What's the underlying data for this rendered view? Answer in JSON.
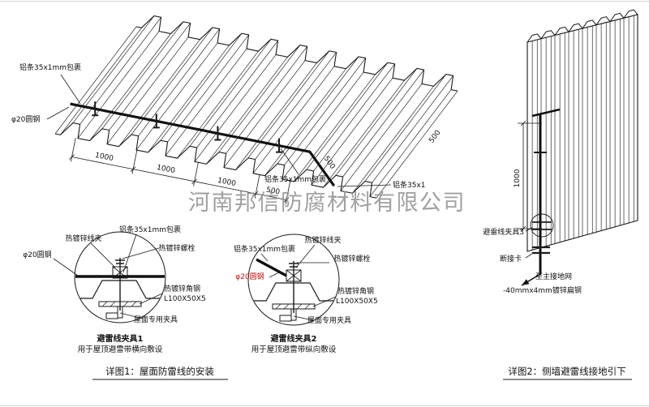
{
  "colors": {
    "line": "#1a1a1a",
    "red_label": "#c11111",
    "watermark": "#909090"
  },
  "watermark": {
    "text": "河南邦信防腐材料有限公司"
  },
  "roof_view": {
    "label_aluminum_wrap_top": "铝条35x1mm包裹",
    "label_round_steel": "φ20圆钢",
    "label_aluminum_wrap_bottom": "铝条35x1mm包裹",
    "label_aluminum_strip_end": "铝条35x1",
    "dim_spans": [
      "1000",
      "1000",
      "1000",
      "500"
    ],
    "dim_drop": "500",
    "dim_edge": "500"
  },
  "detail_1": {
    "title": "避雷线夹具1",
    "subtitle": "用于屋顶避雷带横向敷设",
    "labels": {
      "hot_dip_wire_clip": "热镀锌线夹",
      "aluminum_wrap": "铝条35x1mm包裹",
      "hot_dip_bolt": "热镀锌螺栓",
      "round_steel": "φ20圆钢",
      "angle_steel": "热镀锌角钢",
      "angle_steel_spec": "L100X50X5",
      "roof_clamp": "屋面专用夹具"
    }
  },
  "detail_2": {
    "title": "避雷线夹具2",
    "subtitle": "用于屋顶避雷带纵向敷设",
    "labels": {
      "hot_dip_wire_clip": "热镀锌线夹",
      "aluminum_wrap": "铝条35x1mm包裹",
      "hot_dip_bolt": "热镀锌螺栓",
      "round_steel": "φ20圆钢",
      "angle_steel": "热镀锌角钢",
      "angle_steel_spec": "L100X50X5",
      "roof_clamp": "屋面专用夹具"
    }
  },
  "wall_view": {
    "dim_height": "1000",
    "label_clamp3": "避雷线夹具3",
    "label_disconnect": "断接卡",
    "label_to_ground": "至主接地网",
    "label_flat_steel": "-40mmx4mm镀锌扁钢"
  },
  "captions": {
    "figure1": "详图1：屋面防雷线的安装",
    "figure2": "详图2：侧墙避雷线接地引下"
  }
}
